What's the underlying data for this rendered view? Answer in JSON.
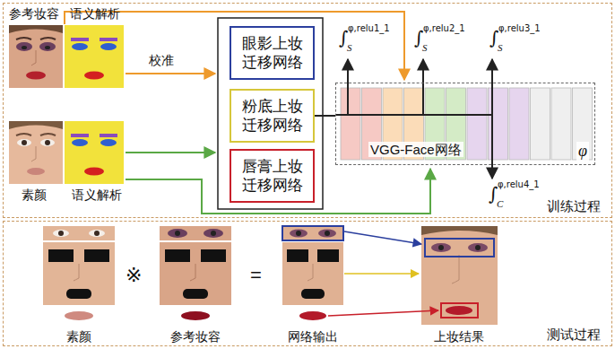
{
  "diagram": {
    "nodes": [
      {
        "text": [
          "训练过程"
        ]
      },
      {
        "text": [
          "眼影上妆 迁移网络"
        ],
        "in": 0
      },
      {
        "text": [
          "粉底上妆 迁移网络"
        ],
        "in": 0
      },
      {
        "text": [
          "唇膏上妆 迁移网络"
        ],
        "in": 0
      },
      {
        "text": [
          "VGG-Face网络",
          "φ"
        ],
        "in": 0
      },
      {
        "text": [
          "测试过程"
        ]
      }
    ],
    "edges": [
      {
        "from": 2,
        "to": 4,
        "arrow": "none"
      }
    ],
    "labels": [
      "参考妆容",
      "语义解析",
      "校准",
      "素颜",
      "语义解析",
      "∫",
      "S",
      "φ,relu1_1",
      "∫",
      "S",
      "φ,relu2_1",
      "∫",
      "S",
      "φ,relu3_1",
      "∫",
      "C",
      "φ,relu4_1",
      "素颜",
      "※",
      "参考妆容",
      "=",
      "网络输出",
      "上妆结果"
    ]
  }
}
